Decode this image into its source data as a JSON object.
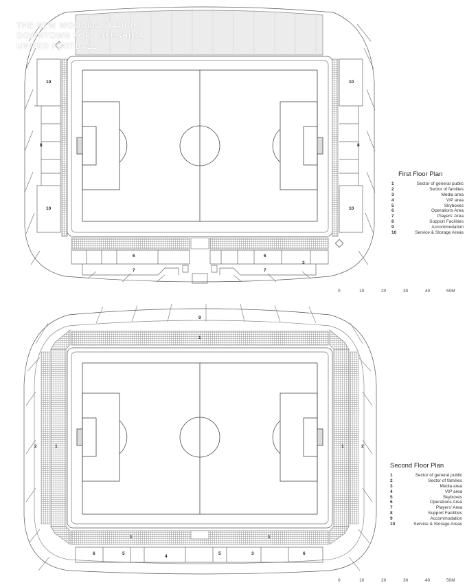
{
  "overlay": {
    "line1": "THE NEW WOODEN STADIUM",
    "line2": "DOWNTOWN FOR FUKUSHIMA",
    "line3": "UNITED FOOTBALL"
  },
  "first_floor": {
    "title": "First Floor Plan",
    "legend": [
      {
        "num": "1",
        "label": "Sector of general public"
      },
      {
        "num": "2",
        "label": "Sector of families"
      },
      {
        "num": "3",
        "label": "Media area"
      },
      {
        "num": "4",
        "label": "VIP area"
      },
      {
        "num": "5",
        "label": "Skyboxes"
      },
      {
        "num": "6",
        "label": "Operations Area"
      },
      {
        "num": "7",
        "label": "Players' Area"
      },
      {
        "num": "8",
        "label": "Support Facilities"
      },
      {
        "num": "9",
        "label": "Accommodation"
      },
      {
        "num": "10",
        "label": "Service & Storage Areas"
      }
    ],
    "scale": [
      "0",
      "10",
      "20",
      "30",
      "40",
      "50M"
    ],
    "area_labels": {
      "a10_top_left": "10",
      "a10_top_right": "10",
      "a8_left": "8",
      "a8_right": "8",
      "a10_bot_left": "10",
      "a10_bot_right": "10",
      "a6_left": "6",
      "a6_right": "6",
      "a7_left": "7",
      "a7_right": "7",
      "a3": "3"
    }
  },
  "second_floor": {
    "title": "Second Floor Plan",
    "legend": [
      {
        "num": "1",
        "label": "Sector of general public"
      },
      {
        "num": "2",
        "label": "Sector of families"
      },
      {
        "num": "3",
        "label": "Media area"
      },
      {
        "num": "4",
        "label": "VIP area"
      },
      {
        "num": "5",
        "label": "Skyboxes"
      },
      {
        "num": "6",
        "label": "Operations Area"
      },
      {
        "num": "7",
        "label": "Players' Area"
      },
      {
        "num": "8",
        "label": "Support Facilities"
      },
      {
        "num": "9",
        "label": "Accommodation"
      },
      {
        "num": "10",
        "label": "Service & Storage Areas"
      }
    ],
    "scale": [
      "0",
      "10",
      "20",
      "30",
      "40",
      "50M"
    ],
    "area_labels": {
      "a9": "9",
      "a1_top": "1",
      "a1_left": "1",
      "a1_right": "1",
      "a2_left": "2",
      "a2_right": "2",
      "a1_bot_left": "1",
      "a1_bot_right": "1",
      "a6_left": "6",
      "a5_left": "5",
      "a4": "4",
      "a5_right": "5",
      "a3": "3",
      "a6_right": "6"
    }
  }
}
